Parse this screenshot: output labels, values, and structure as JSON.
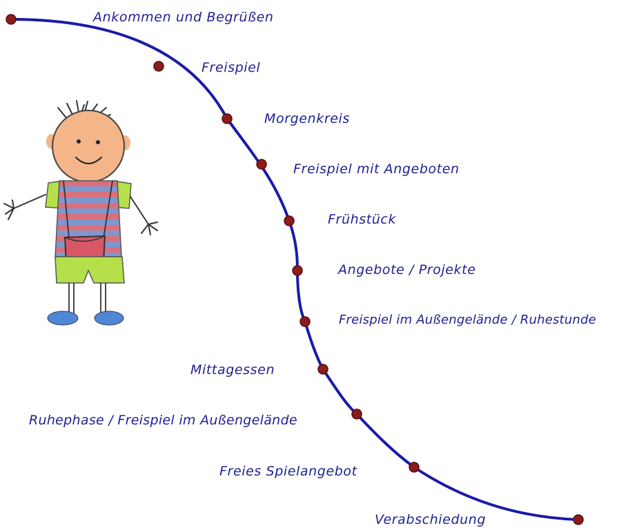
{
  "colors": {
    "curve": "#1a1aa8",
    "dot": "#8b1c1c",
    "dot_outline": "#5a0f0f",
    "text": "#1f1f8f",
    "shirt_stripe_red": "#d9707a",
    "shirt_stripe_blue": "#7f97d1",
    "sleeves_green": "#b5e04a",
    "shorts_green": "#b5e04a",
    "bag_red": "#d75767",
    "shoes_blue": "#4f86d6",
    "face": "#f4b589"
  },
  "timeline": {
    "steps": [
      {
        "label": "Ankommen und Begrüßen"
      },
      {
        "label": "Freispiel"
      },
      {
        "label": "Morgenkreis"
      },
      {
        "label": "Freispiel mit Angeboten"
      },
      {
        "label": "Frühstück"
      },
      {
        "label": "Angebote / Projekte"
      },
      {
        "label": "Freispiel im Außengelände / Ruhestunde"
      },
      {
        "label": "Mittagessen"
      },
      {
        "label": "Ruhephase / Freispiel im Außengelände"
      },
      {
        "label": "Freies Spielangebot"
      },
      {
        "label": "Verabschiedung"
      }
    ]
  },
  "illustration": {
    "icon": "child-drawing-icon"
  }
}
